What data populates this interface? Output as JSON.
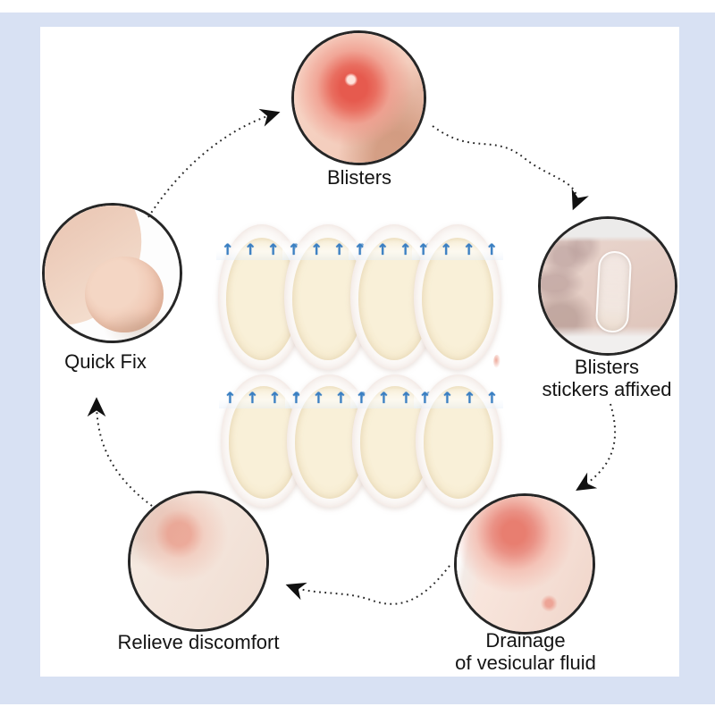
{
  "image_type": "product infographic — blister patch usage cycle",
  "colors": {
    "frame": "#d8e1f3",
    "ink": "#1c1c1c",
    "arrowblue": "#3a7fc2"
  },
  "steps": {
    "blisters": {
      "label": "Blisters"
    },
    "affixed": {
      "line1": "Blisters",
      "line2": "stickers affixed"
    },
    "drainage": {
      "line1": "Drainage",
      "line2": "of vesicular fluid"
    },
    "relieve": {
      "label": "Relieve discomfort"
    },
    "quickfix": {
      "label": "Quick Fix"
    }
  },
  "product": {
    "total_patches": 8,
    "patch_rows": 2,
    "patches_per_row": 4,
    "arrows_per_patch": 4,
    "arrow_glyph": "↑"
  }
}
